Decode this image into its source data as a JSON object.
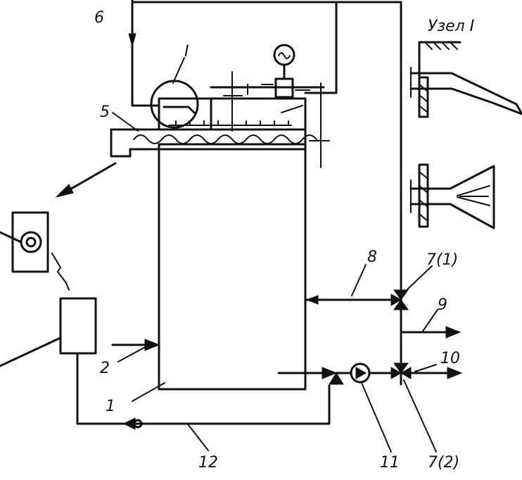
{
  "labels": {
    "l1": "1",
    "l2": "2",
    "l5": "5",
    "l6": "6",
    "l8": "8",
    "l9": "9",
    "l10": "10",
    "l11": "11",
    "l12": "12",
    "l7_1": "7(1)",
    "l7_2": "7(2)",
    "node_marker": "I",
    "node_title": "Узел I"
  },
  "colors": {
    "ink": "#111111",
    "background": "#ffffff"
  }
}
